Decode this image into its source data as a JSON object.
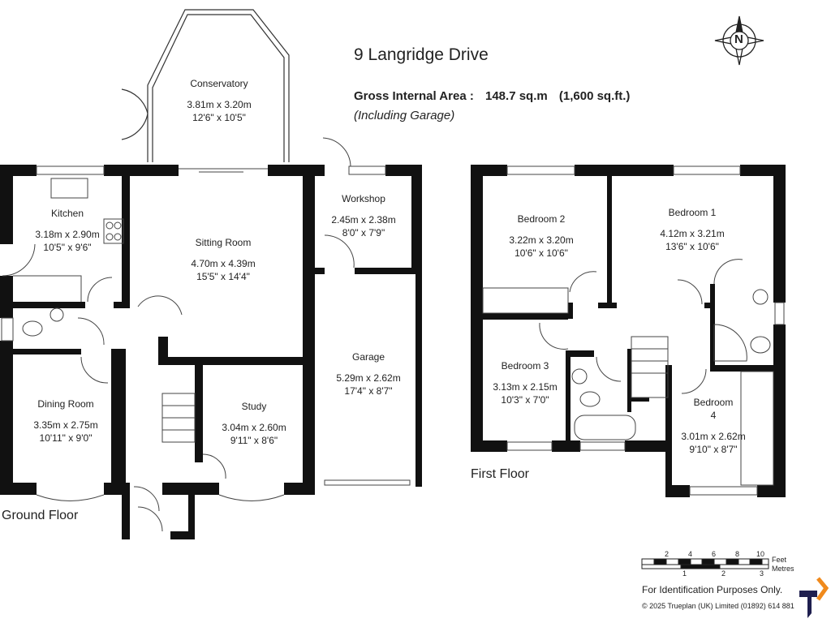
{
  "header": {
    "title": "9 Langridge Drive",
    "gia_label": "Gross Internal Area :",
    "gia_sqm": "148.7 sq.m",
    "gia_sqft": "(1,600 sq.ft.)",
    "gia_note": "(Including Garage)"
  },
  "compass": {
    "letter": "N"
  },
  "ground_floor": {
    "label": "Ground Floor",
    "rooms": [
      {
        "name": "Conservatory",
        "metric": "3.81m  x  3.20m",
        "imperial": "12'6\"  x  10'5\""
      },
      {
        "name": "Kitchen",
        "metric": "3.18m  x  2.90m",
        "imperial": "10'5\"  x  9'6\""
      },
      {
        "name": "Sitting Room",
        "metric": "4.70m  x  4.39m",
        "imperial": "15'5\"  x  14'4\""
      },
      {
        "name": "Workshop",
        "metric": "2.45m  x  2.38m",
        "imperial": "8'0\"  x  7'9\""
      },
      {
        "name": "Garage",
        "metric": "5.29m  x  2.62m",
        "imperial": "17'4\"  x  8'7\""
      },
      {
        "name": "Dining Room",
        "metric": "3.35m  x  2.75m",
        "imperial": "10'11\"  x  9'0\""
      },
      {
        "name": "Study",
        "metric": "3.04m  x  2.60m",
        "imperial": "9'11\"  x  8'6\""
      }
    ]
  },
  "first_floor": {
    "label": "First Floor",
    "rooms": [
      {
        "name": "Bedroom 2",
        "metric": "3.22m  x  3.20m",
        "imperial": "10'6\"  x  10'6\""
      },
      {
        "name": "Bedroom 1",
        "metric": "4.12m  x  3.21m",
        "imperial": "13'6\"  x  10'6\""
      },
      {
        "name": "Bedroom 3",
        "metric": "3.13m  x  2.15m",
        "imperial": "10'3\"  x  7'0\""
      },
      {
        "name": "Bedroom",
        "name2": "4",
        "metric": "3.01m  x  2.62m",
        "imperial": "9'10\"  x  8'7\""
      }
    ]
  },
  "scale": {
    "feet_ticks": [
      "2",
      "4",
      "6",
      "8",
      "10"
    ],
    "metre_ticks": [
      "1",
      "2",
      "3"
    ],
    "feet_label": "Feet",
    "metres_label": "Metres"
  },
  "footer": {
    "disclaimer": "For Identification Purposes Only.",
    "copyright": "© 2025 Trueplan (UK) Limited  (01892) 614 881",
    "logo_text": "T",
    "logo_colors": {
      "navy": "#1f1f4f",
      "orange": "#f08a1c"
    }
  }
}
